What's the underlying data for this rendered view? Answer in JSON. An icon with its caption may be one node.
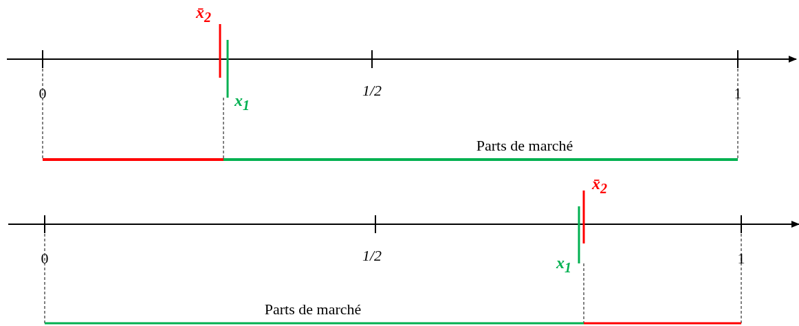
{
  "diagram": {
    "labels": [
      "x̄$_{2}$",
      "0",
      "1/2",
      "1",
      "x$_{1}$",
      "Parts de marché",
      "x̄$_{2}$",
      "0",
      "1/2",
      "x$_{1}$",
      "1",
      "Parts de marché"
    ]
  }
}
